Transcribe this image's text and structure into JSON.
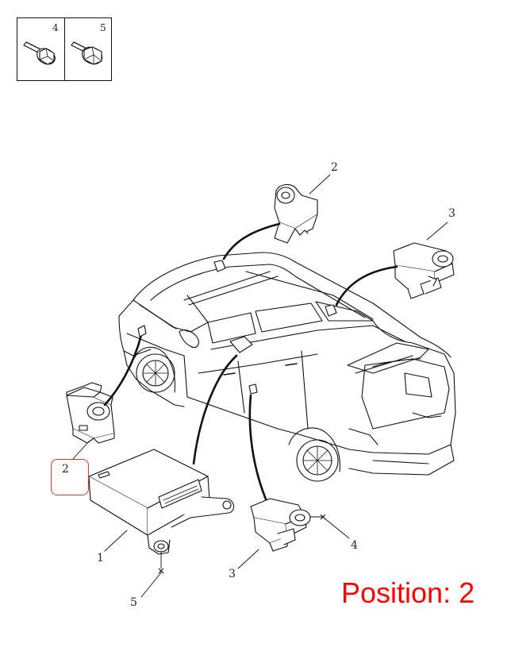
{
  "legend": {
    "items": [
      {
        "number": "4",
        "icon": "flange-bolt-icon"
      },
      {
        "number": "5",
        "icon": "hex-nut-bolt-icon"
      }
    ]
  },
  "callouts": {
    "c1": "1",
    "c2_left": "2",
    "c2_top": "2",
    "c3_right": "3",
    "c3_bottom": "3",
    "c4": "4",
    "c5": "5"
  },
  "position_label": "Position: 2",
  "colors": {
    "line": "#111111",
    "highlight": "#e0362f",
    "position_text": "#ff0000"
  }
}
